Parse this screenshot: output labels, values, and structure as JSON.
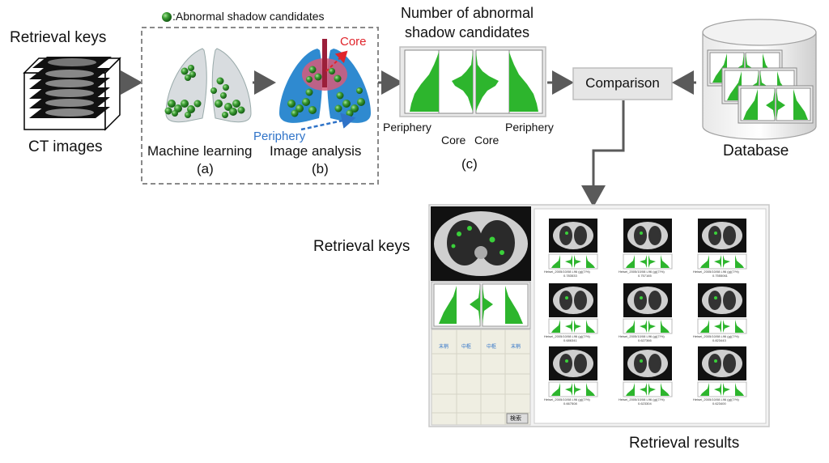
{
  "input": {
    "retrieval_keys_label": "Retrieval keys",
    "ct_images_label": "CT images"
  },
  "legend": {
    "abnormal_label": ":Abnormal shadow candidates",
    "color": "#2e8b2e"
  },
  "step_a": {
    "caption": "Machine learning",
    "letter": "(a)"
  },
  "step_b": {
    "caption": "Image analysis",
    "letter": "(b)",
    "core_label": "Core",
    "periphery_label": "Periphery",
    "core_color": "#e0242b",
    "periphery_color": "#2f73c8"
  },
  "step_c": {
    "title_line1": "Number of abnormal",
    "title_line2": "shadow candidates",
    "letter": "(c)",
    "labels": [
      "Periphery",
      "Core",
      "Core",
      "Periphery"
    ]
  },
  "comparison": {
    "label": "Comparison"
  },
  "database": {
    "label": "Database"
  },
  "results": {
    "retrieval_keys_label": "Retrieval keys",
    "results_label": "Retrieval results",
    "search_button": "検索",
    "key_column_labels": [
      "末梢",
      "中枢",
      "中枢",
      "末梢"
    ],
    "captions": [
      "Heisei_2005/10/08 L96 (g)(7/%)",
      "Heisei_2005/10/08 L96 (g)(7/%)",
      "Heisei_2005/10/08 L96 (g)(7/%)",
      "Heisei_2005/10/08 L96 (g)(7/%)",
      "Heisei_2005/10/08 L96 (g)(7/%)",
      "Heisei_2005/10/08 L96 (g)(7/%)",
      "Heisei_2005/10/08 L96 (g)(7/%)",
      "Heisei_2005/10/08 L96 (g)(7/%)",
      "Heisei_2005/10/08 L96 (g)(7/%)"
    ],
    "scores": [
      "0.783533",
      "0.757165",
      "0.7555061",
      "0.686341",
      "0.627366",
      "0.823443",
      "0.667508",
      "0.623304",
      "0.623400"
    ]
  },
  "colors": {
    "green": "#2db52d",
    "arrow": "#555555",
    "box_border": "#8a8a8a",
    "comparison_fill": "#e6e6e6"
  }
}
